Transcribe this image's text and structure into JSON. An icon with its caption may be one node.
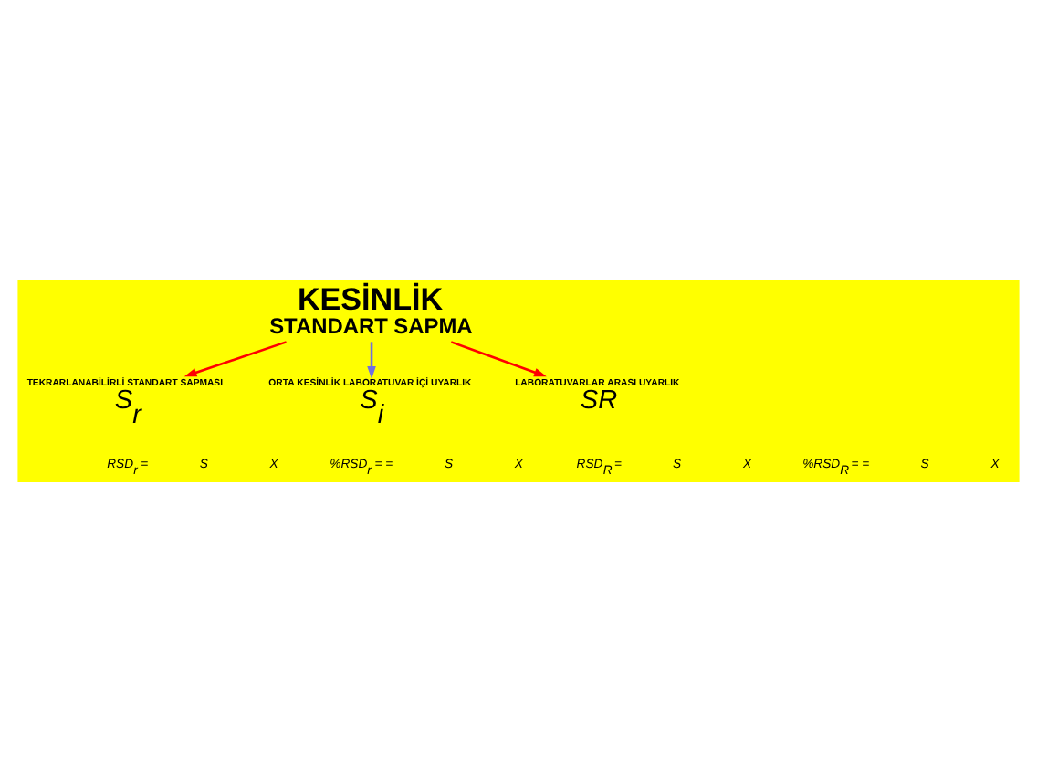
{
  "diagram": {
    "nodes": [
      {
        "text": [
          "KESİNLİK",
          "STANDART SAPMA"
        ]
      },
      {
        "text": [
          "TEKRARLANABİLİRLİ STANDART SAPMASI",
          "S$_{r}$"
        ]
      },
      {
        "text": [
          "ORTA KESİNLİK LABORATUVAR İÇİ UYARLIK",
          "S$_{i}$"
        ]
      },
      {
        "text": [
          "LABORATUVARLAR ARASI UYARLIK",
          "SR"
        ]
      }
    ],
    "edges": [
      {
        "from": 0,
        "to": 1,
        "arrow": "to",
        "color": "#ff0000"
      },
      {
        "from": 0,
        "to": 2,
        "arrow": "to",
        "color": "#7070e0"
      },
      {
        "from": 0,
        "to": 3,
        "arrow": "to",
        "color": "#ff0000"
      }
    ],
    "labels": [
      "RSD$_{r}$ =",
      "S",
      "X",
      "%RSD$_{r}$ = =",
      "S",
      "X",
      "RSD$_{R}$ =",
      "S",
      "X",
      "%RSD$_{R}$ = =",
      "S",
      "X"
    ]
  }
}
